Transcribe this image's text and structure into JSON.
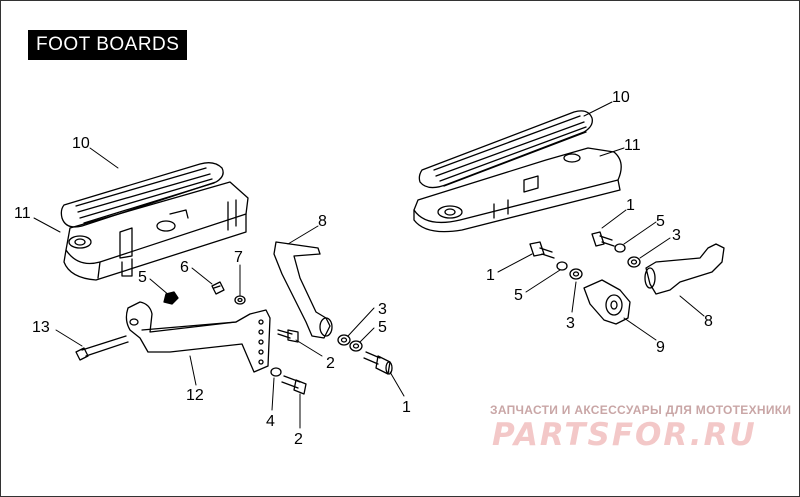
{
  "title": "FOOT BOARDS",
  "callouts": {
    "left_10": "10",
    "left_11": "11",
    "left_5": "5",
    "left_6": "6",
    "left_7": "7",
    "left_8": "8",
    "left_13": "13",
    "left_12": "12",
    "left_4": "4",
    "left_2a": "2",
    "left_2b": "2",
    "left_3": "3",
    "left_5b": "5",
    "left_1": "1",
    "right_10": "10",
    "right_11": "11",
    "right_1a": "1",
    "right_5a": "5",
    "right_3a": "3",
    "right_1b": "1",
    "right_5b": "5",
    "right_3b": "3",
    "right_9": "9",
    "right_8": "8"
  },
  "watermark": {
    "tagline": "ЗАПЧАСТИ И АКСЕССУАРЫ ДЛЯ МОТОТЕХНИКИ",
    "logo": "PARTSFOR.RU"
  },
  "colors": {
    "line": "#000000",
    "logo": "#f3c8c8",
    "tagline": "#c9a6a6"
  }
}
